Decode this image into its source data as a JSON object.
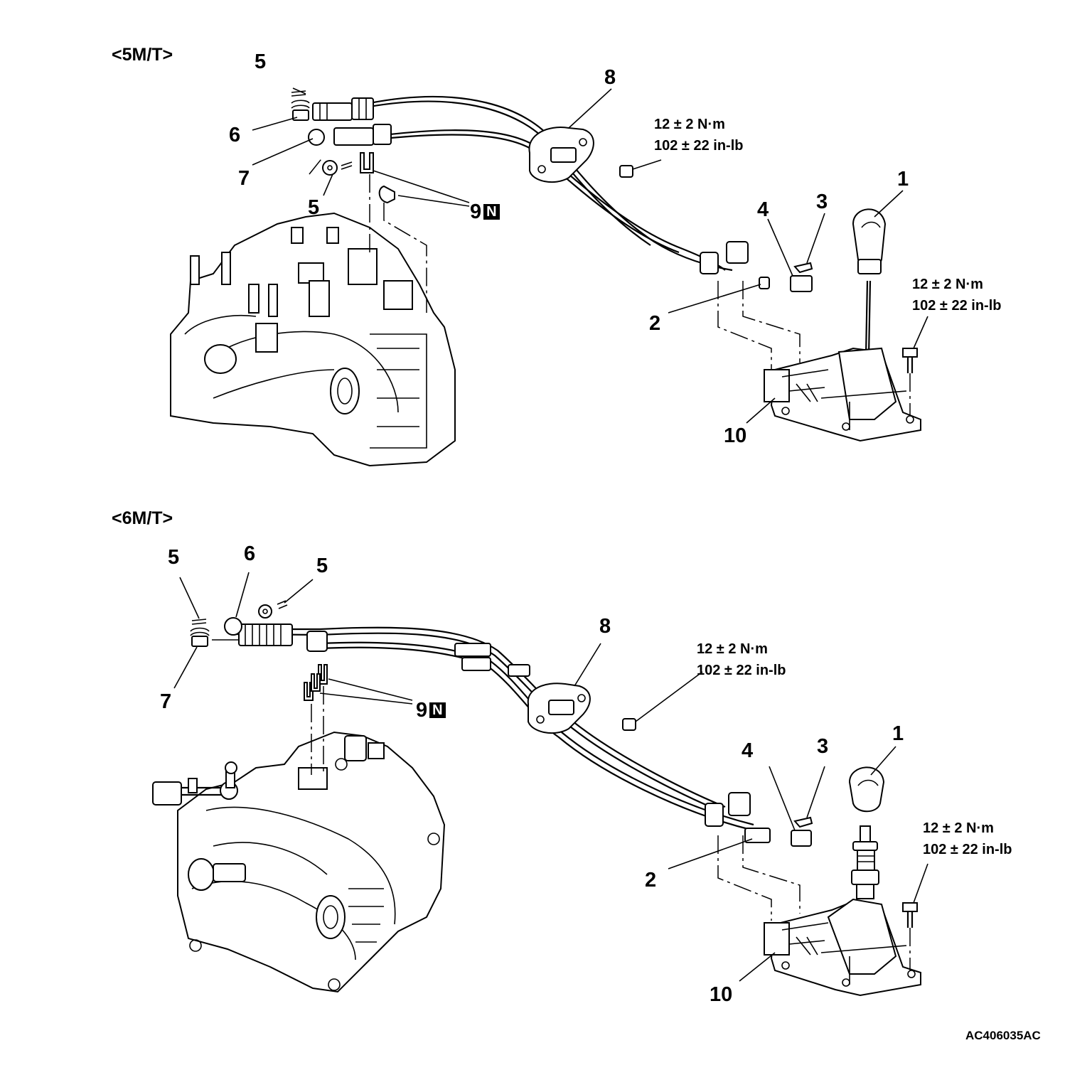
{
  "sections": [
    {
      "heading": "<5M/T>",
      "callouts": {
        "c1": "1",
        "c2": "2",
        "c3": "3",
        "c4": "4",
        "c5a": "5",
        "c5b": "5",
        "c6": "6",
        "c7": "7",
        "c8": "8",
        "c9": "9",
        "c10": "10"
      },
      "torque_cable": {
        "line1": "12 ± 2 N·m",
        "line2": "102 ± 22 in-lb"
      },
      "torque_lever": {
        "line1": "12 ± 2 N·m",
        "line2": "102 ± 22 in-lb"
      },
      "n_mark": "N"
    },
    {
      "heading": "<6M/T>",
      "callouts": {
        "c1": "1",
        "c2": "2",
        "c3": "3",
        "c4": "4",
        "c5a": "5",
        "c5b": "5",
        "c6": "6",
        "c7": "7",
        "c8": "8",
        "c9": "9",
        "c10": "10"
      },
      "torque_cable": {
        "line1": "12 ± 2 N·m",
        "line2": "102 ± 22 in-lb"
      },
      "torque_lever": {
        "line1": "12 ± 2 N·m",
        "line2": "102 ± 22 in-lb"
      },
      "n_mark": "N"
    }
  ],
  "figure_code": "AC406035AC"
}
